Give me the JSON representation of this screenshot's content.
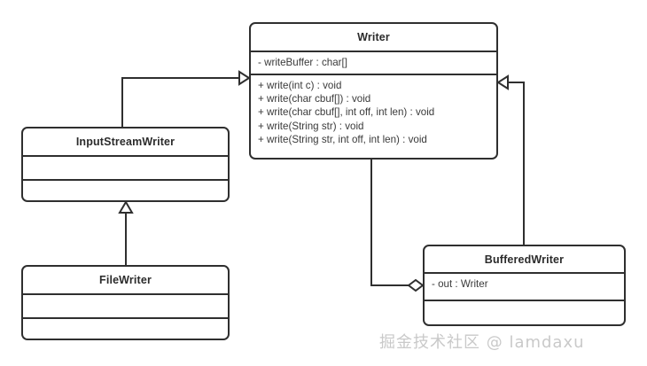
{
  "diagram": {
    "type": "uml-class-diagram",
    "title": "Java Writer class hierarchy",
    "watermark": "掘金技术社区 @ lamdaxu",
    "colors": {
      "stroke": "#2f2f2f",
      "background": "#ffffff",
      "text": "#3a3a3a",
      "watermark": "#c9c9c9"
    }
  },
  "classes": [
    {
      "id": "writer",
      "name": "Writer",
      "attributes": [
        "- writeBuffer : char[]"
      ],
      "methods": [
        "+ write(int c) : void",
        "+ write(char cbuf[]) : void",
        "+ write(char cbuf[], int off, int len) : void",
        "+ write(String str) : void",
        "+ write(String str, int off, int len) : void"
      ]
    },
    {
      "id": "inputstreamwriter",
      "name": "InputStreamWriter",
      "attributes": [],
      "methods": []
    },
    {
      "id": "filewriter",
      "name": "FileWriter",
      "attributes": [],
      "methods": []
    },
    {
      "id": "bufferedwriter",
      "name": "BufferedWriter",
      "attributes": [
        "- out :  Writer"
      ],
      "methods": []
    }
  ],
  "relationships": [
    {
      "id": "isw-writer",
      "type": "generalization",
      "from": "InputStreamWriter",
      "to": "Writer"
    },
    {
      "id": "fw-isw",
      "type": "generalization",
      "from": "FileWriter",
      "to": "InputStreamWriter"
    },
    {
      "id": "bw-writer",
      "type": "generalization",
      "from": "BufferedWriter",
      "to": "Writer"
    },
    {
      "id": "bw-out-writer",
      "type": "aggregation",
      "from": "BufferedWriter",
      "to": "Writer"
    }
  ]
}
